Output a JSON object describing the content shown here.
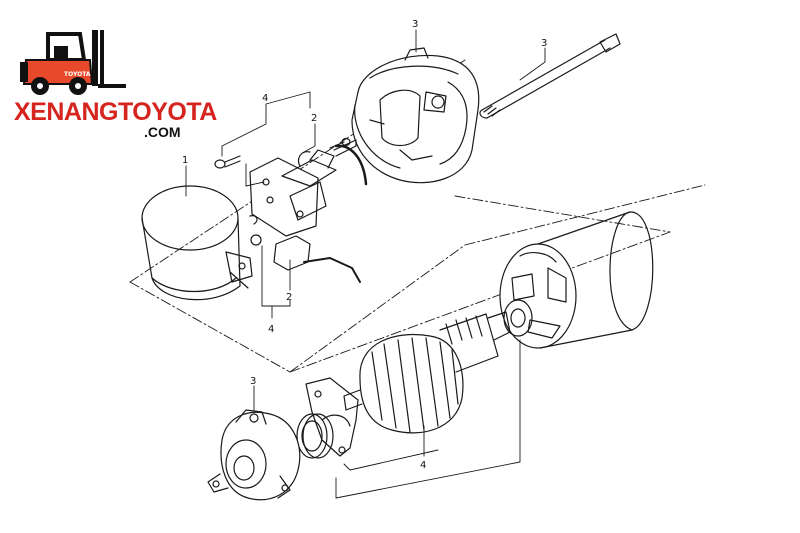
{
  "logo": {
    "brand_text": "XENANGTOYOTA",
    "domain_text": ".COM",
    "badge_text": "TOYOTA",
    "colors": {
      "brand": "#d6241f",
      "dark": "#111111",
      "forklift": "#e8492a"
    }
  },
  "callouts": {
    "housing_top": "3",
    "through_bolt": "3",
    "brush_holder_top": "4",
    "brush_top": "2",
    "yoke_band": "1",
    "brush_bottom": "2",
    "brush_holder_bottom": "4",
    "end_frame": "3",
    "armature": "4"
  },
  "colors": {
    "line": "#1a1a1a",
    "background": "#ffffff"
  }
}
